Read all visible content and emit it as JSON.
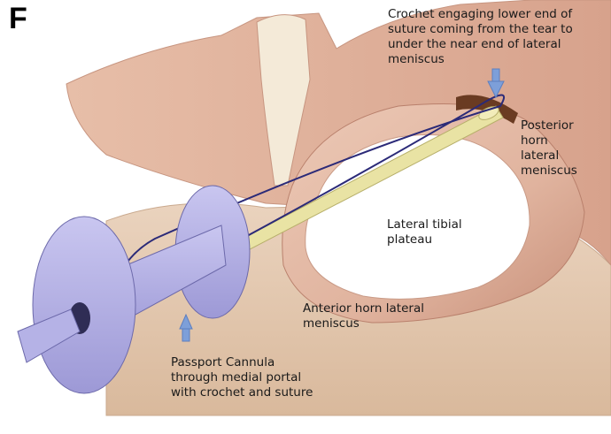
{
  "panel_letter": "F",
  "labels": {
    "crochet": [
      "Crochet engaging lower end of",
      "suture coming from the tear to",
      "under the near end of lateral",
      "meniscus"
    ],
    "posterior_horn": [
      "Posterior",
      "horn",
      "lateral",
      "meniscus"
    ],
    "plateau": [
      "Lateral tibial",
      "plateau"
    ],
    "anterior_horn": [
      "Anterior horn lateral",
      "meniscus"
    ],
    "cannula": [
      "Passport Cannula",
      "through medial portal",
      "with crochet and suture"
    ]
  },
  "colors": {
    "bone": "#e3c8b0",
    "meniscus": "#dfb19d",
    "plateau": "#ffffff",
    "cannula": "#b5b2e6",
    "suture": "#2b2a78",
    "crochet": "#e9e3a4",
    "arrow": "#7d9fd9"
  }
}
